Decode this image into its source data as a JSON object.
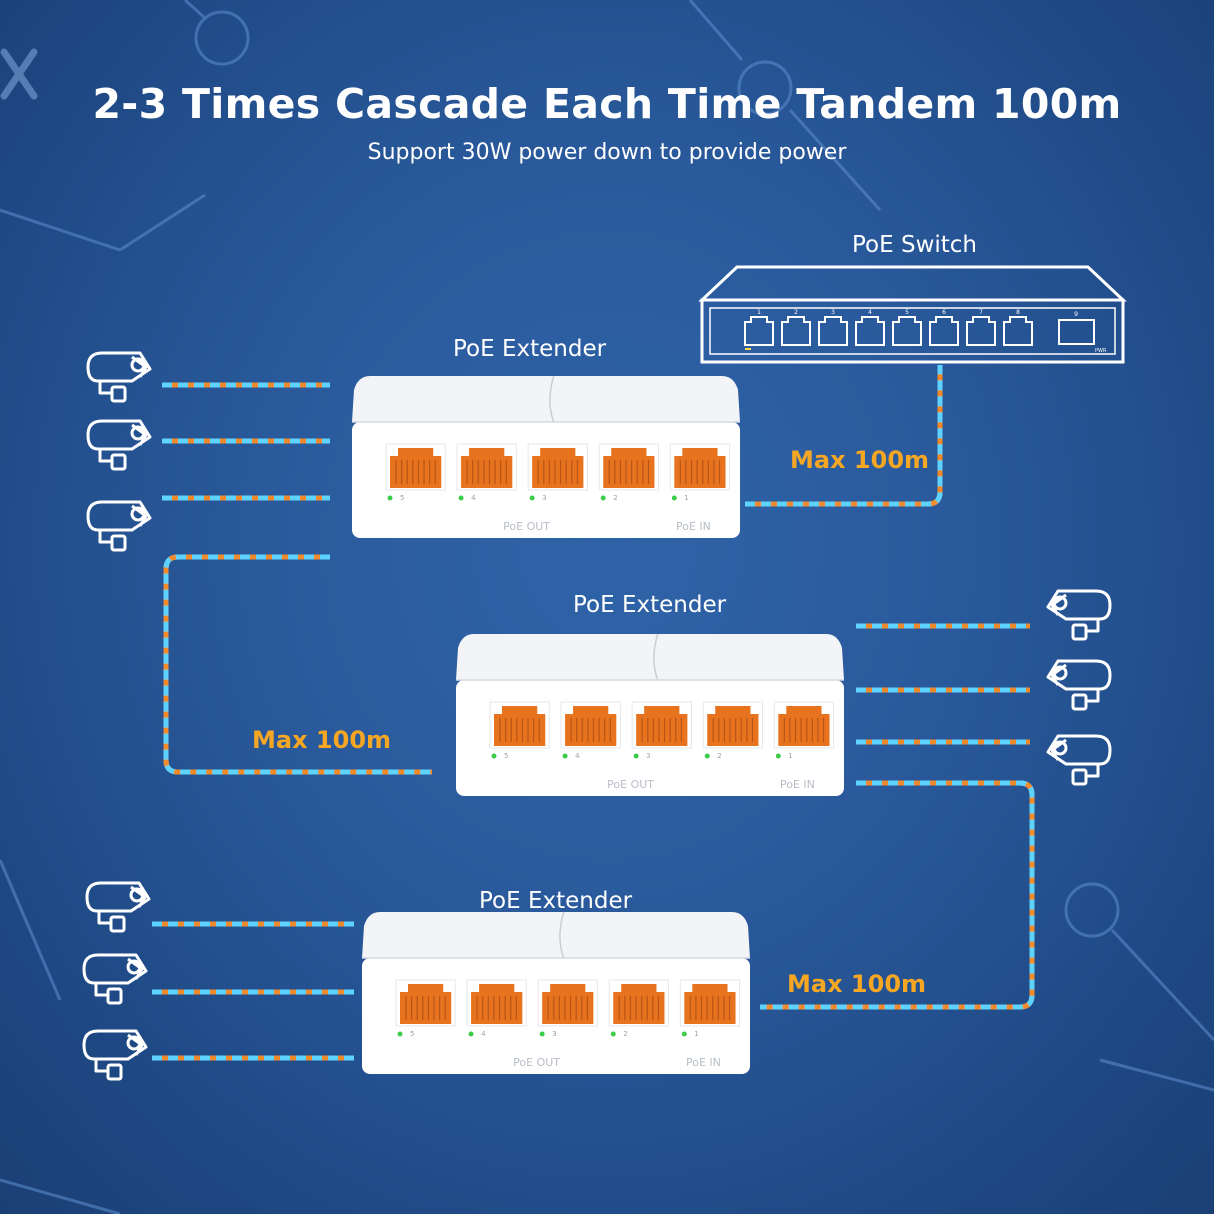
{
  "title": "2-3 Times Cascade Each Time Tandem 100m",
  "subtitle": "Support 30W power down to provide power",
  "switch": {
    "label": "PoE Switch",
    "port_numbers": [
      "1",
      "2",
      "3",
      "4",
      "5",
      "6",
      "7",
      "8"
    ],
    "sfp_number": "9",
    "pwr_label": "PWR"
  },
  "extenders": [
    {
      "label": "PoE Extender",
      "port_numbers": [
        "5",
        "4",
        "3",
        "2",
        "1"
      ],
      "poe_out": "PoE OUT",
      "poe_in": "PoE IN"
    },
    {
      "label": "PoE Extender",
      "port_numbers": [
        "5",
        "4",
        "3",
        "2",
        "1"
      ],
      "poe_out": "PoE OUT",
      "poe_in": "PoE IN"
    },
    {
      "label": "PoE Extender",
      "port_numbers": [
        "5",
        "4",
        "3",
        "2",
        "1"
      ],
      "poe_out": "PoE OUT",
      "poe_in": "PoE IN"
    }
  ],
  "links": [
    {
      "label": "Max 100m"
    },
    {
      "label": "Max 100m"
    },
    {
      "label": "Max 100m"
    }
  ],
  "colors": {
    "background": "#2a5a9c",
    "cable_cyan": "#5fd3ff",
    "cable_orange": "#f08a2c",
    "label_accent": "#f5a623",
    "port_orange": "#e8731f"
  },
  "icons": [
    "camera-icon"
  ]
}
